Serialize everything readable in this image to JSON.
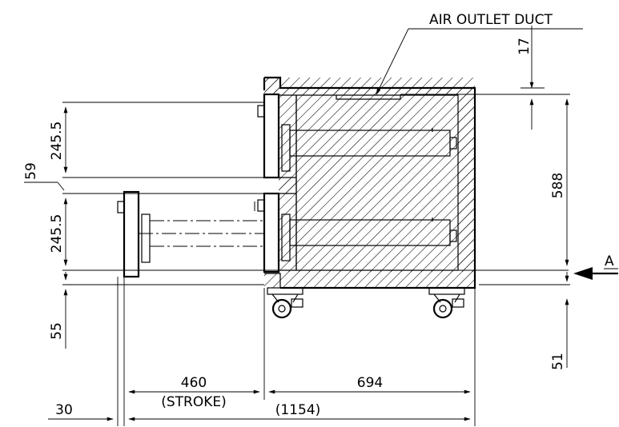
{
  "labels": {
    "air_outlet_duct": "AIR OUTLET DUCT",
    "view_marker": "A"
  },
  "dimensions": {
    "duct_offset": "17",
    "height_total": "588",
    "bottom_right": "51",
    "upper_tray": "245.5",
    "lower_tray": "245.5",
    "gap": "59",
    "bottom_left": "55",
    "stroke_value": "460",
    "stroke_label": "(STROKE)",
    "depth": "694",
    "overall": "(1154)",
    "front_offset": "30"
  }
}
